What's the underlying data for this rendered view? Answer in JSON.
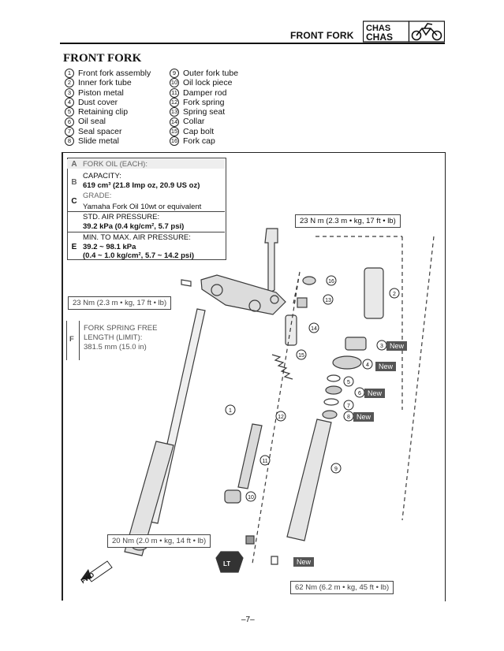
{
  "header": {
    "section_title": "FRONT FORK",
    "badge_text": "CHAS",
    "badge_icon": "motorcycle-icon"
  },
  "page_title": "FRONT FORK",
  "parts_left": [
    {
      "num": "1",
      "label": "Front fork assembly"
    },
    {
      "num": "2",
      "label": "Inner fork tube"
    },
    {
      "num": "3",
      "label": "Piston metal"
    },
    {
      "num": "4",
      "label": "Dust cover"
    },
    {
      "num": "5",
      "label": "Retaining clip"
    },
    {
      "num": "6",
      "label": "Oil seal"
    },
    {
      "num": "7",
      "label": "Seal spacer"
    },
    {
      "num": "8",
      "label": "Slide metal"
    }
  ],
  "parts_right": [
    {
      "num": "9",
      "label": "Outer fork tube"
    },
    {
      "num": "10",
      "label": "Oil lock piece"
    },
    {
      "num": "11",
      "label": "Damper rod"
    },
    {
      "num": "12",
      "label": "Fork spring"
    },
    {
      "num": "13",
      "label": "Spring seat"
    },
    {
      "num": "14",
      "label": "Collar"
    },
    {
      "num": "15",
      "label": "Cap bolt"
    },
    {
      "num": "16",
      "label": "Fork cap"
    }
  ],
  "spec_table": {
    "a_label": "A",
    "a_text": "FORK OIL (EACH):",
    "b_label": "B",
    "b_line1": "CAPACITY:",
    "b_line2": "619 cm³ (21.8 Imp oz, 20.9 US oz)",
    "c_label": "C",
    "c_head": "GRADE:",
    "c_text": "Yamaha Fork Oil 10wt or equivalent",
    "d_line1": "STD. AIR PRESSURE:",
    "d_line2": "39.2 kPa (0.4 kg/cm², 5.7 psi)",
    "e_label": "E",
    "e_line1": "MIN. TO MAX. AIR PRESSURE:",
    "e_line2": "39.2 ~ 98.1 kPa",
    "e_line3": "(0.4 ~ 1.0 kg/cm², 5.7 ~ 14.2 psi)"
  },
  "spring_spec": {
    "label": "F",
    "line1": "FORK SPRING FREE",
    "line2": "LENGTH (LIMIT):",
    "line3": "381.5 mm (15.0 in)"
  },
  "torques": {
    "cap": "23 N m (2.3 m • kg, 17 ft • lb)",
    "bracket": "23 Nm (2.3 m • kg, 17 ft • lb)",
    "axle_holder": "20 Nm (2.0 m • kg, 14 ft • lb)",
    "bottom_bolt": "62 Nm (6.2 m • kg, 45 ft • lb)"
  },
  "new_label": "New",
  "fwd_label": "FWD",
  "lt_label": "LT",
  "page_number": "–7–",
  "colors": {
    "ink": "#111111",
    "tag": "#555555",
    "diagram": "#3a3a3a"
  }
}
